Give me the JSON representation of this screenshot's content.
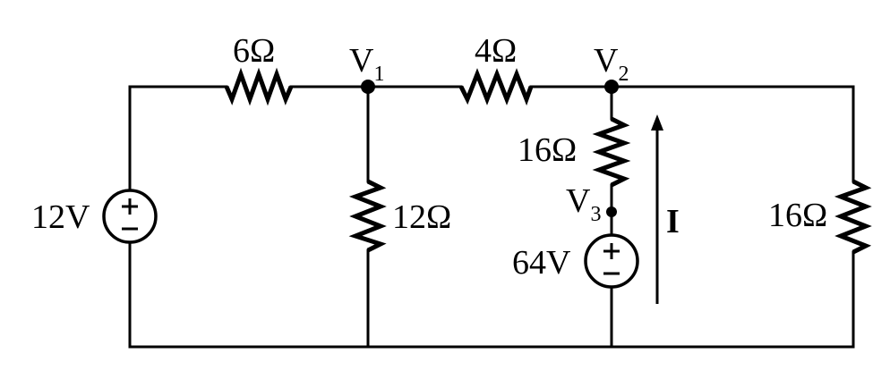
{
  "components": {
    "r_6": "6Ω",
    "r_4": "4Ω",
    "r_12": "12Ω",
    "r_16_mid": "16Ω",
    "r_16_right": "16Ω",
    "source_12": "12V",
    "source_64": "64V"
  },
  "nodes": {
    "v1": {
      "letter": "V",
      "index": "1"
    },
    "v2": {
      "letter": "V",
      "index": "2"
    },
    "v3": {
      "letter": "V",
      "index": "3"
    }
  },
  "current": {
    "label": "I"
  },
  "polarity": {
    "plus": "+",
    "minus": "−"
  }
}
